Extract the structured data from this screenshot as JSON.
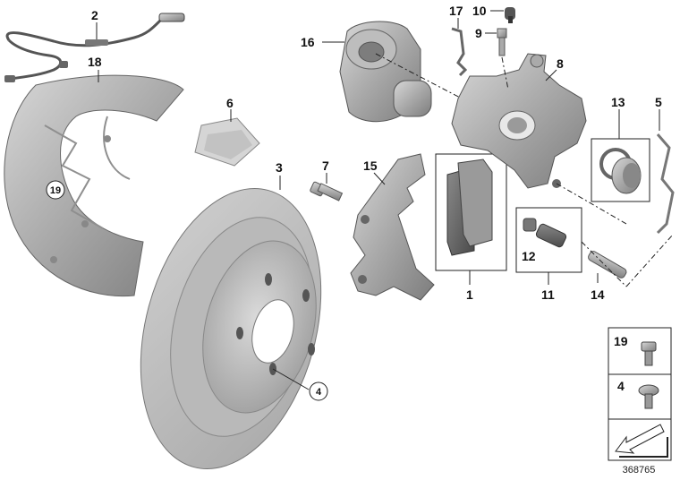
{
  "diagram": {
    "callouts": {
      "c1": "1",
      "c2": "2",
      "c3": "3",
      "c5": "5",
      "c6": "6",
      "c7": "7",
      "c8": "8",
      "c9": "9",
      "c10": "10",
      "c11": "11",
      "c12": "12",
      "c13": "13",
      "c14": "14",
      "c15": "15",
      "c16": "16",
      "c17": "17",
      "c18": "18"
    },
    "circled": {
      "c19": "19",
      "c4": "4"
    },
    "legend": {
      "item19": "19",
      "item4": "4"
    },
    "image_number": "368765"
  }
}
